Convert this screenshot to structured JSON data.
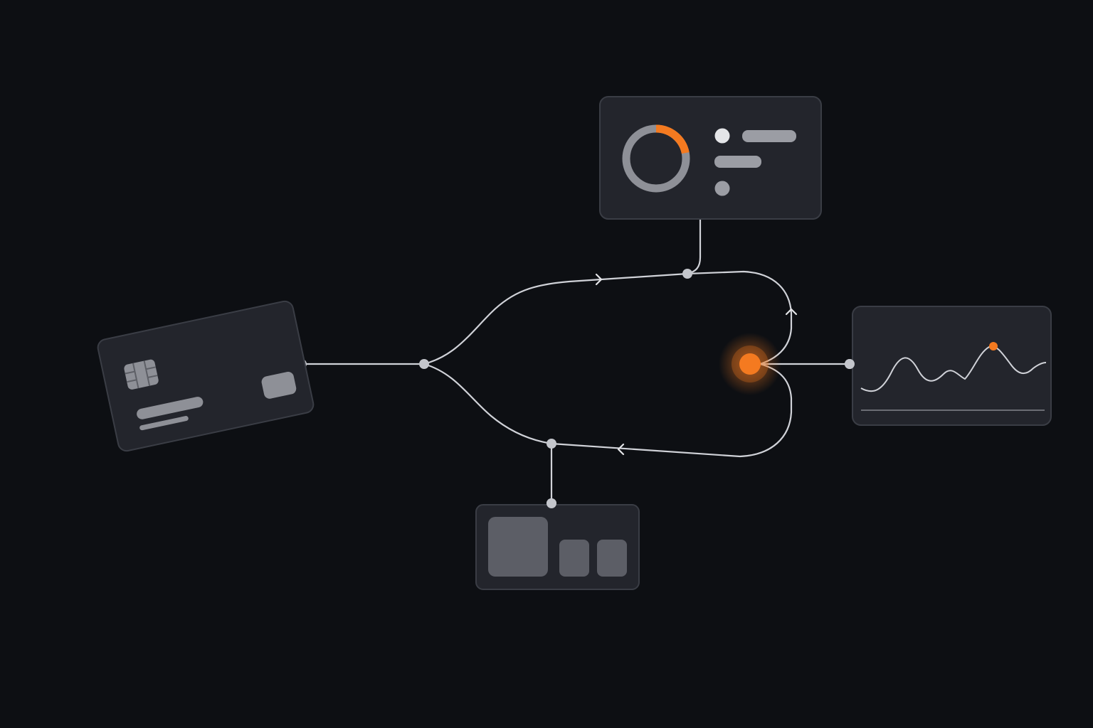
{
  "diagram": {
    "colors": {
      "background": "#0d0f13",
      "card_fill": "#23252c",
      "card_stroke": "#3a3d45",
      "connector": "#d0d2d8",
      "node": "#c4c6cc",
      "accent": "#f47a20",
      "placeholder": "#9b9da4",
      "placeholder_light": "#e4e5e8",
      "tile": "#5c5e66"
    },
    "nodes": [
      {
        "name": "payment-card",
        "icon": "credit-card"
      },
      {
        "name": "analytics-card",
        "icon": "donut-chart"
      },
      {
        "name": "trend-card",
        "icon": "line-chart"
      },
      {
        "name": "tiles-card",
        "icon": "grid-tiles"
      },
      {
        "name": "hub",
        "icon": "glowing-orange-dot"
      }
    ],
    "analytics": {
      "donut_highlight_fraction": 0.22
    },
    "flow": [
      "payment-card",
      "branch",
      "upper-path",
      "hub",
      "lower-path",
      "branch"
    ]
  }
}
